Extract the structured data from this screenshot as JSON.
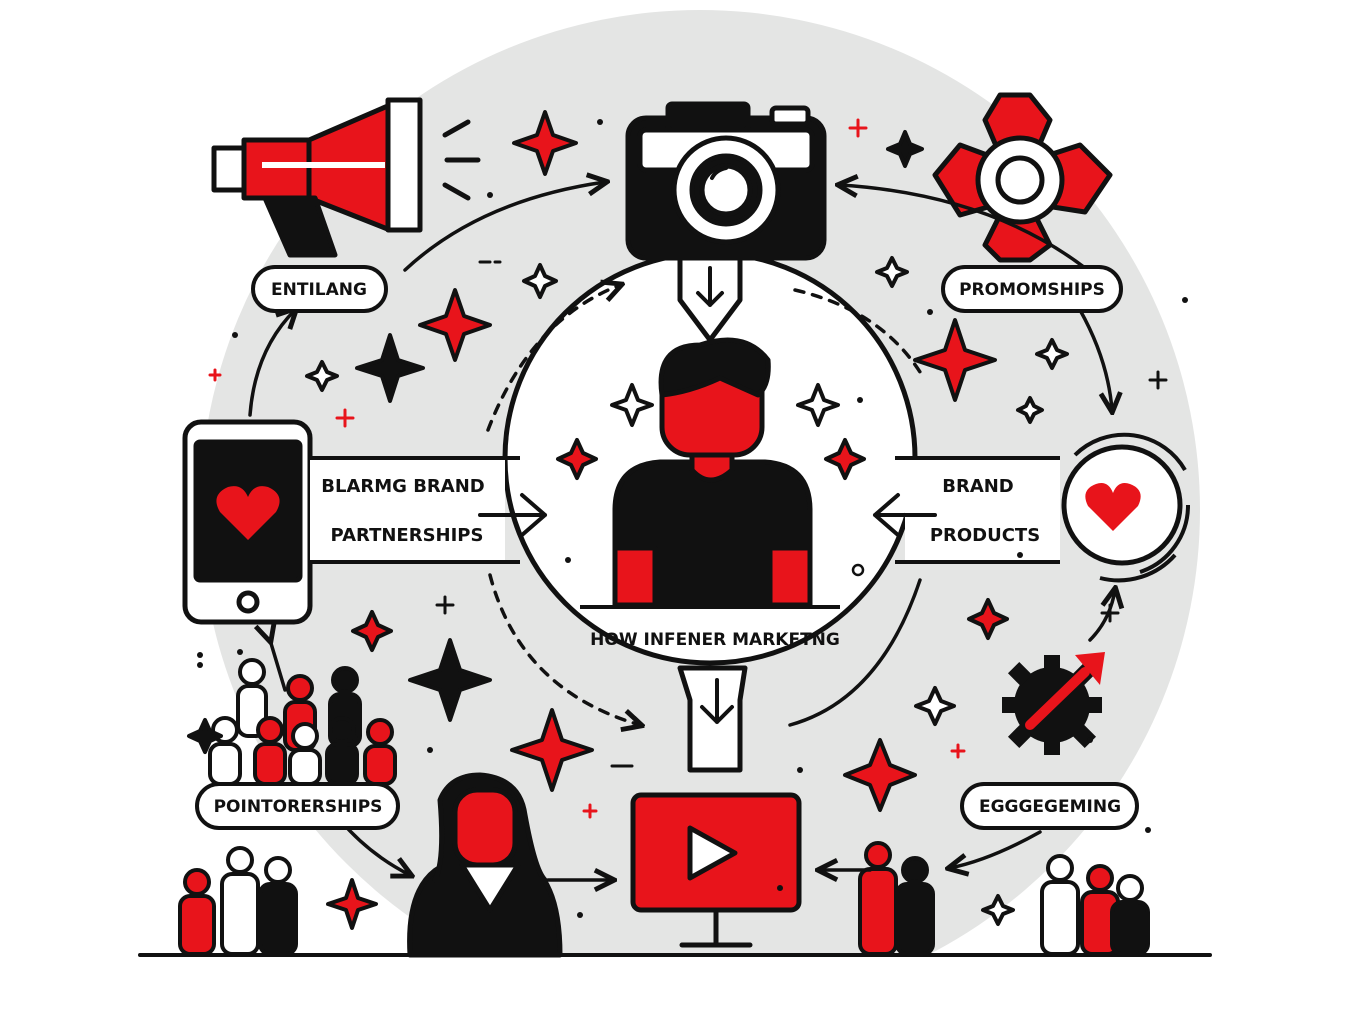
{
  "colors": {
    "accent": "#e8141b",
    "ink": "#111111",
    "background_circle": "#e4e5e4",
    "paper": "#ffffff"
  },
  "labels": {
    "top_left": "ENTILANG",
    "top_right": "PROMOMSHIPS",
    "left_line_1": "BLARMG BRAND",
    "left_line_2": "PARTNERSHIPS",
    "right_line_1": "BRAND",
    "right_line_2": "PRODUCTS",
    "center_caption": "HOW INFENER MARKETNG",
    "bottom_left": "POINTORERSHIPS",
    "bottom_right": "EGGGEGEMING"
  },
  "icons": [
    "megaphone-icon",
    "camera-icon",
    "lifebuoy-icon",
    "smartphone-heart-icon",
    "person-bust-icon",
    "heart-target-icon",
    "gear-growth-arrow-icon",
    "crowd-icon",
    "woman-portrait-icon",
    "video-play-monitor-icon",
    "sparkle-icon"
  ]
}
